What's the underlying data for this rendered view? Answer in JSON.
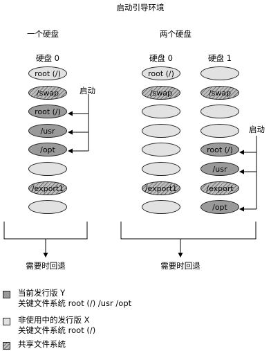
{
  "title": "启动引导环境",
  "groups": [
    {
      "heading": "一个硬盘",
      "disks": [
        {
          "label": "硬盘 0",
          "slices": [
            {
              "text": "root (/)",
              "state": "inactive"
            },
            {
              "text": "/swap",
              "state": "shared"
            },
            {
              "text": "root (/)",
              "state": "active"
            },
            {
              "text": "/usr",
              "state": "active"
            },
            {
              "text": "/opt",
              "state": "active"
            },
            {
              "text": "",
              "state": "inactive"
            },
            {
              "text": "/export1",
              "state": "shared"
            },
            {
              "text": "",
              "state": "inactive"
            }
          ]
        }
      ],
      "boot_label": "启动",
      "footer": "需要时回退"
    },
    {
      "heading": "两个硬盘",
      "disks": [
        {
          "label": "硬盘 0",
          "slices": [
            {
              "text": "root (/)",
              "state": "inactive"
            },
            {
              "text": "/swap",
              "state": "shared"
            },
            {
              "text": "",
              "state": "inactive"
            },
            {
              "text": "",
              "state": "inactive"
            },
            {
              "text": "",
              "state": "inactive"
            },
            {
              "text": "",
              "state": "inactive"
            },
            {
              "text": "/export1",
              "state": "shared"
            },
            {
              "text": "",
              "state": "inactive"
            }
          ]
        },
        {
          "label": "硬盘 1",
          "slices": [
            {
              "text": "",
              "state": "inactive"
            },
            {
              "text": "/swap",
              "state": "shared"
            },
            {
              "text": "",
              "state": "inactive"
            },
            {
              "text": "",
              "state": "inactive"
            },
            {
              "text": "root (/)",
              "state": "active"
            },
            {
              "text": "/usr",
              "state": "active"
            },
            {
              "text": "/export",
              "state": "shared"
            },
            {
              "text": "/opt",
              "state": "active"
            }
          ]
        }
      ],
      "boot_label": "启动",
      "footer": "需要时回退"
    }
  ],
  "legend": [
    {
      "state": "active",
      "line1": "当前发行版 Y",
      "line2": "关键文件系统 root (/) /usr /opt"
    },
    {
      "state": "inactive",
      "line1": "非使用中的发行版 X",
      "line2": "关键文件系统 root (/)"
    },
    {
      "state": "shared",
      "line1": "共享文件系统",
      "line2": ""
    }
  ],
  "colors": {
    "active": "#9a9a9a",
    "inactive": "#e2e2e2",
    "shared_hatch": "#707070"
  }
}
